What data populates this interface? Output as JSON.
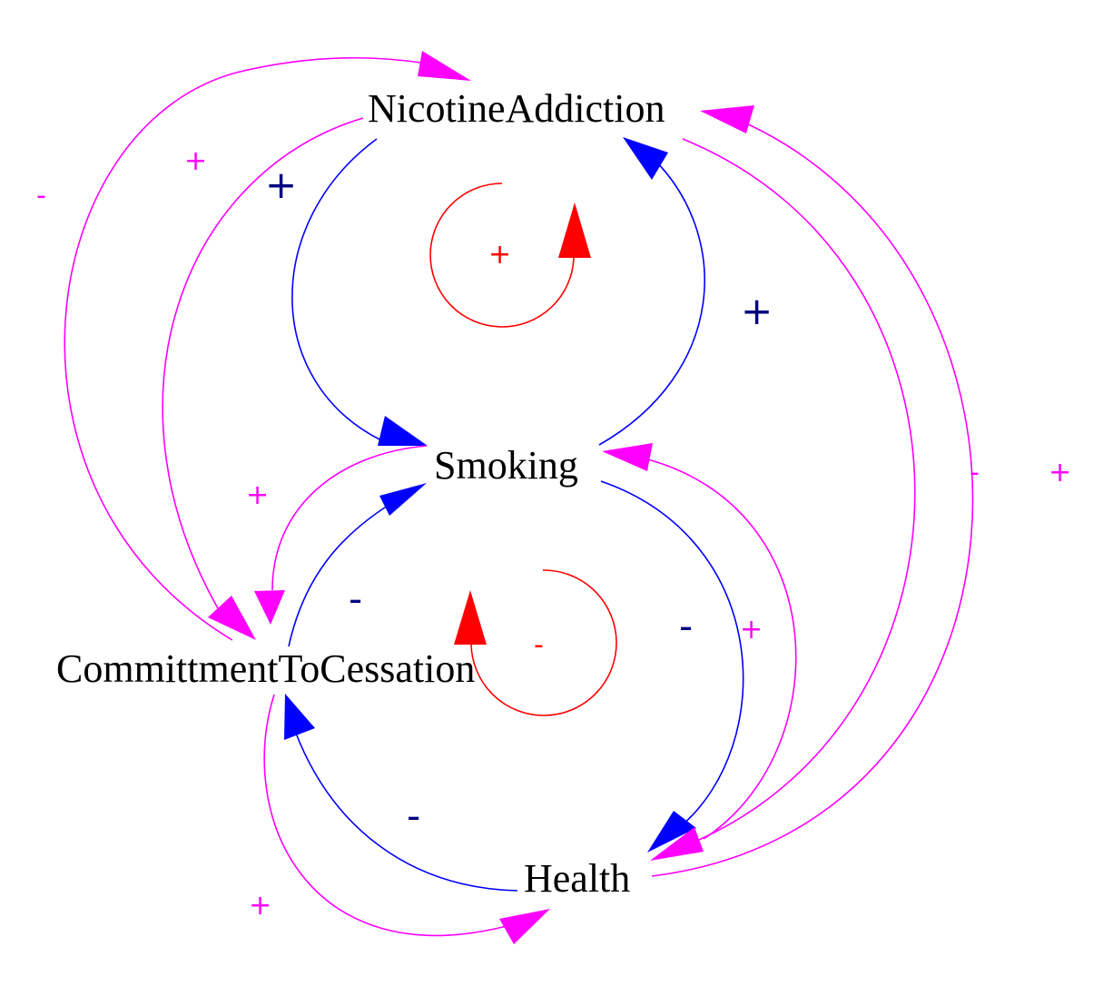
{
  "colors": {
    "blue": "#0000ff",
    "magenta": "#ff00ff",
    "red": "#ff0000",
    "navy": "#000080",
    "label": "#000000"
  },
  "nodes": {
    "nicotine_addiction": "NicotineAddiction",
    "smoking": "Smoking",
    "commitment": "CommittmentToCessation",
    "health": "Health"
  },
  "polarities": {
    "na_to_smoking": "+",
    "smoking_to_na": "+",
    "smoking_to_health": "-",
    "health_to_commitment": "-",
    "commitment_to_smoking": "-",
    "commitment_to_health": "+",
    "smoking_to_commitment": "+",
    "na_to_commitment": "+",
    "commitment_to_na": "-",
    "health_to_smoking": "+",
    "na_to_health": "-",
    "health_to_na": "+",
    "loop_top": "+",
    "loop_bottom": "-"
  }
}
